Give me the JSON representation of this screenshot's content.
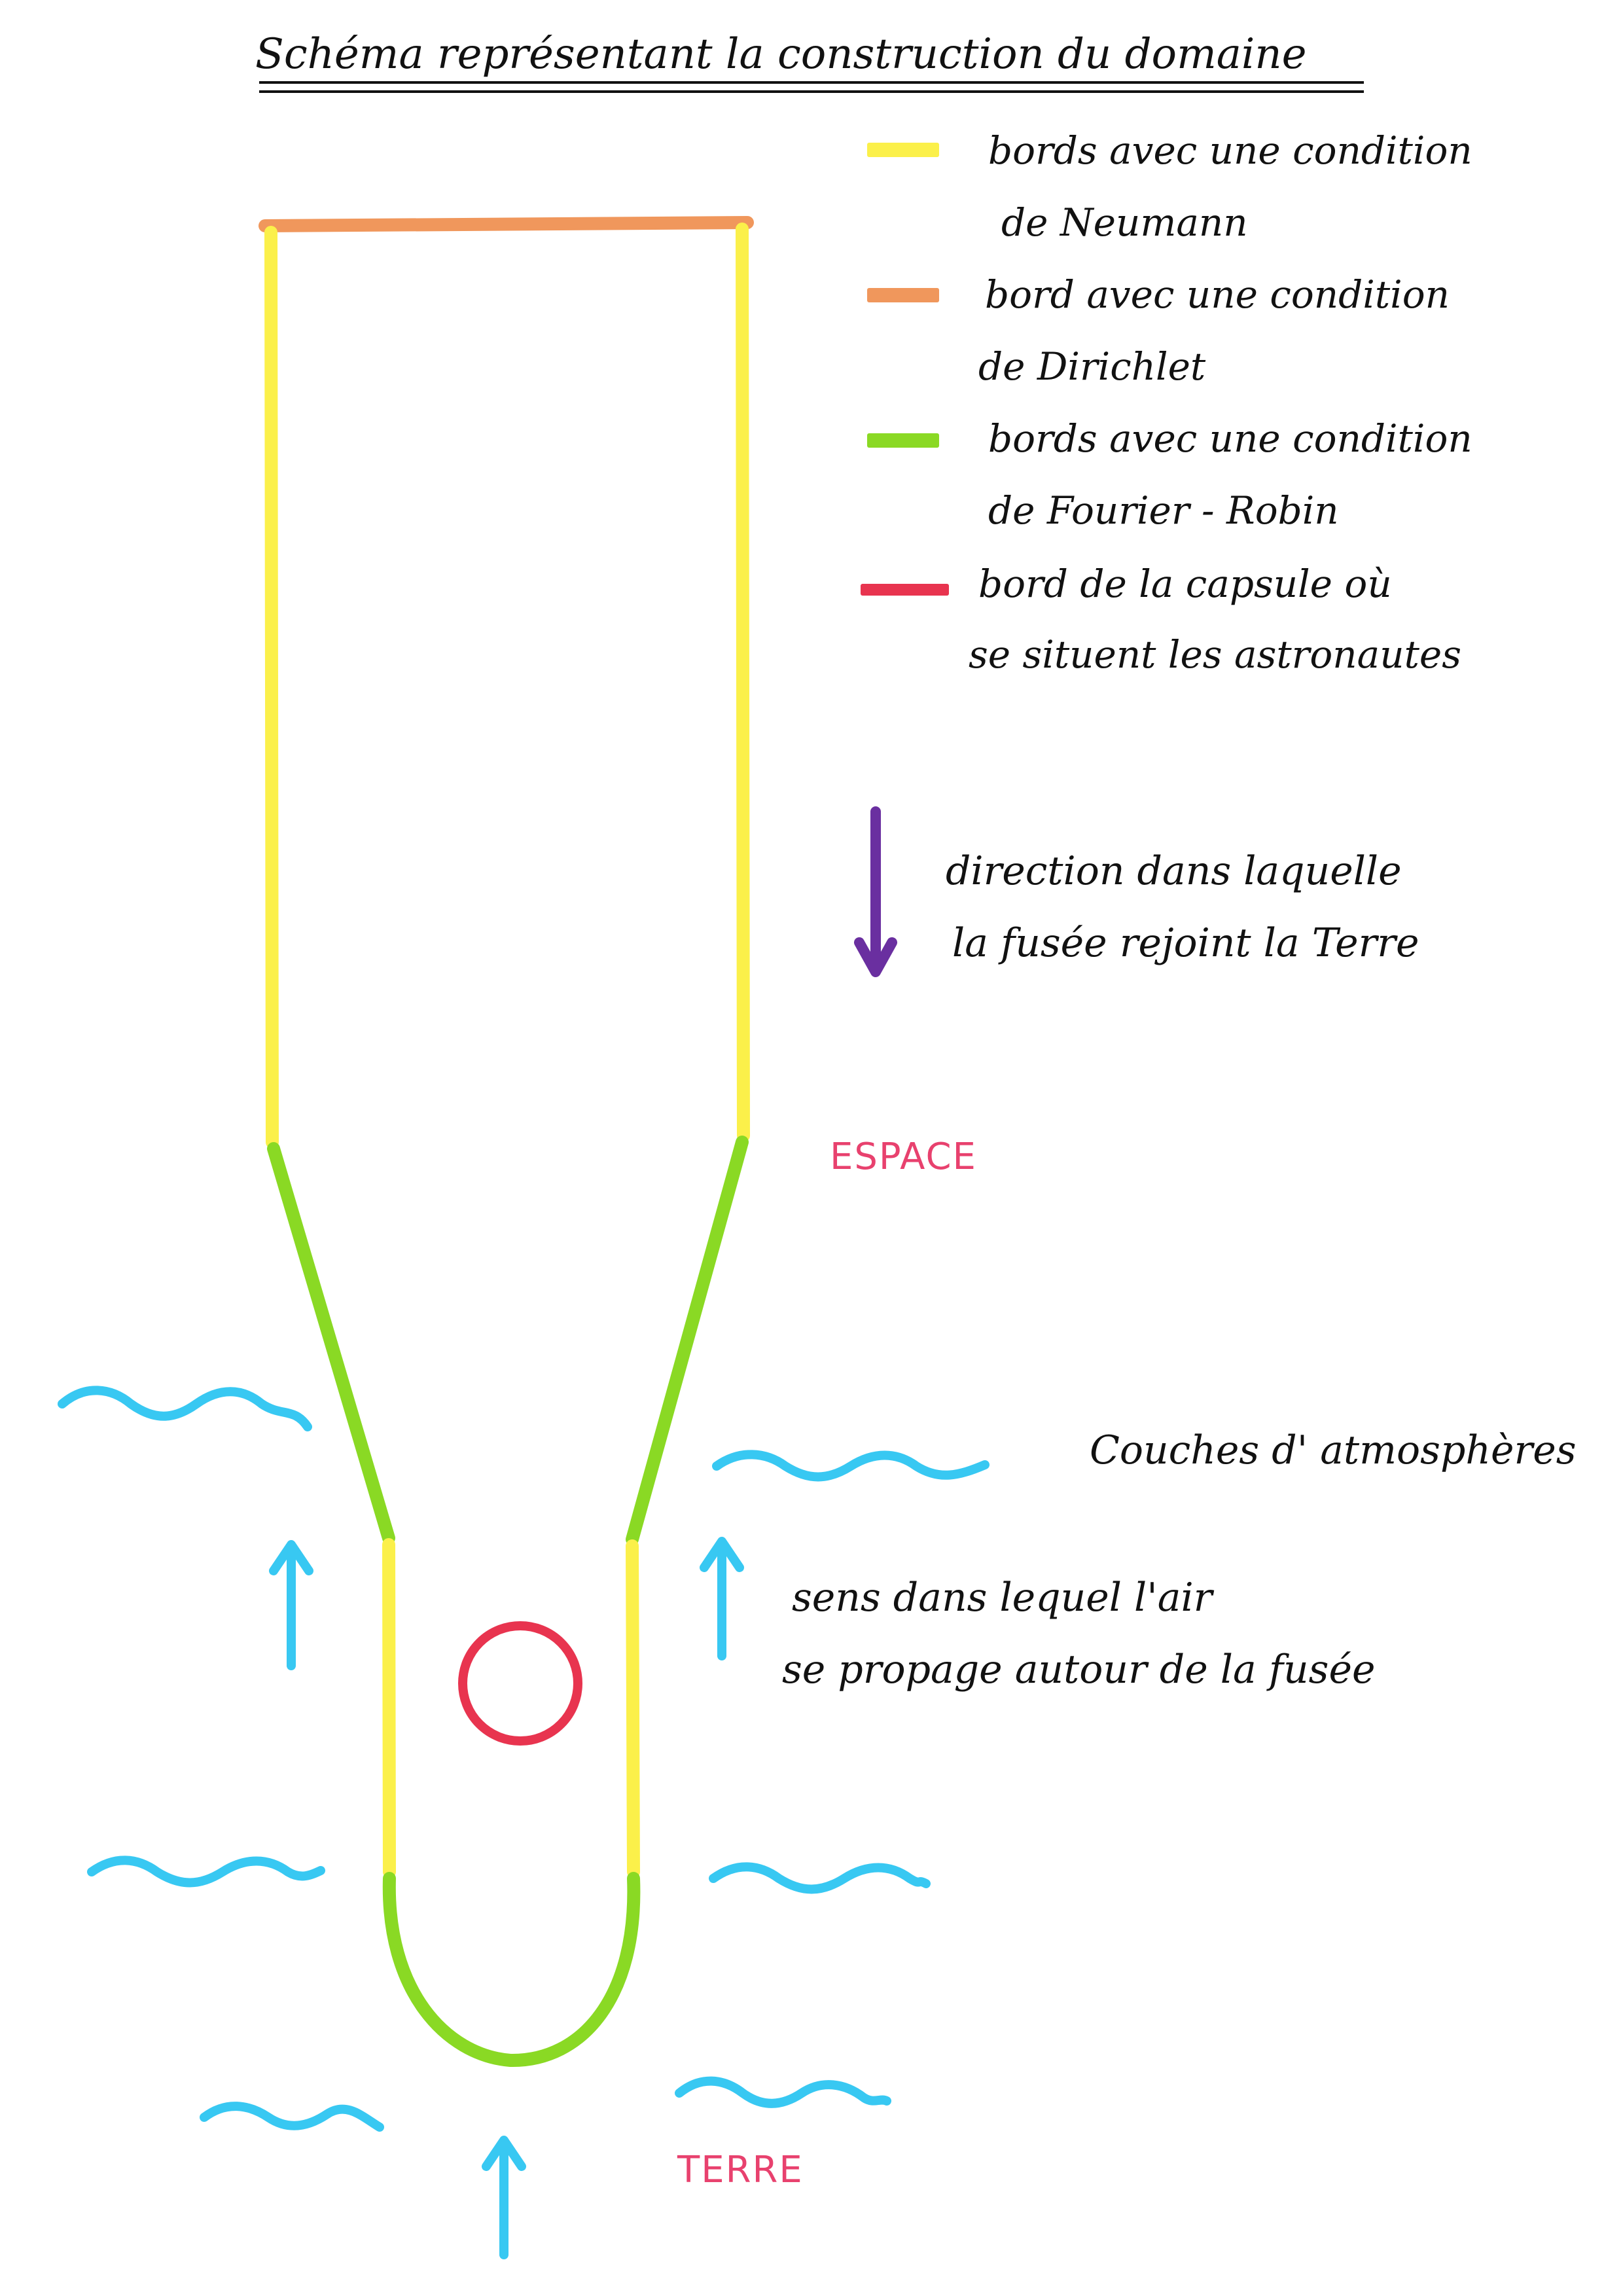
{
  "title": "Schéma représentant la construction du domaine",
  "colors": {
    "neumann": "#fbf04a",
    "dirichlet": "#f0975c",
    "fourier_robin": "#8ad924",
    "capsule": "#e8344f",
    "direction": "#6a2fa0",
    "air": "#38c8f2",
    "zone_label": "#e8416e"
  },
  "legend": [
    {
      "key": "neumann",
      "lines": [
        "bords avec une condition",
        "de Neumann"
      ]
    },
    {
      "key": "dirichlet",
      "lines": [
        "bord avec une condition",
        "de Dirichlet"
      ]
    },
    {
      "key": "fourier_robin",
      "lines": [
        "bords avec une condition",
        "de Fourier - Robin"
      ]
    },
    {
      "key": "capsule",
      "lines": [
        "bord de la capsule où",
        "se situent les astronautes"
      ]
    }
  ],
  "direction_note": [
    "direction dans laquelle",
    "la fusée rejoint la Terre"
  ],
  "zones": {
    "space": "ESPACE",
    "earth": "TERRE"
  },
  "atmosphere_note": "Couches d' atmosphères",
  "air_note": [
    "sens dans lequel l'air",
    "se propage autour de la fusée"
  ]
}
